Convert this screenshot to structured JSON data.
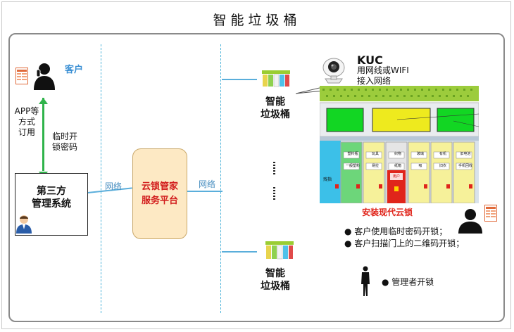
{
  "title": "智能垃圾桶",
  "customer": {
    "label": "客户",
    "app_label_lines": [
      "APP等",
      "方式",
      "订用"
    ],
    "temp_pwd_lines": [
      "临时开",
      "锁密码"
    ]
  },
  "third_party": {
    "label_lines": [
      "第三方",
      "管理系统"
    ]
  },
  "platform": {
    "label_lines": [
      "云锁管家",
      "服务平台"
    ]
  },
  "network": {
    "left_label": "网络",
    "right_label": "网络"
  },
  "bins": {
    "top_label_lines": [
      "智能",
      "垃圾桶"
    ],
    "bottom_label_lines": [
      "智能",
      "垃圾桶"
    ]
  },
  "kuc": {
    "title": "KUC",
    "desc_lines": [
      "用网线或WIFI",
      "接入网络"
    ]
  },
  "facility": {
    "caption": "安装现代云锁",
    "door_labels": [
      "塑料瓶",
      "玩具",
      "织物",
      "玻璃",
      "有机",
      "旧电池"
    ],
    "door_labels2": [
      "一般塑料",
      "易拉",
      "纸箱",
      "吸",
      "旧衣",
      "手机回收"
    ],
    "side_label": "残指",
    "center_tag": "用户"
  },
  "bullets": [
    "客户使用临时密码开锁；",
    "客户扫描门上的二维码开锁；"
  ],
  "manager": {
    "label": "管理者开锁"
  },
  "colors": {
    "accent_blue": "#4db3d9",
    "arrow_green": "#2fb34a",
    "caption_red": "#e0251b",
    "platform_fill": "#fde9c4"
  }
}
